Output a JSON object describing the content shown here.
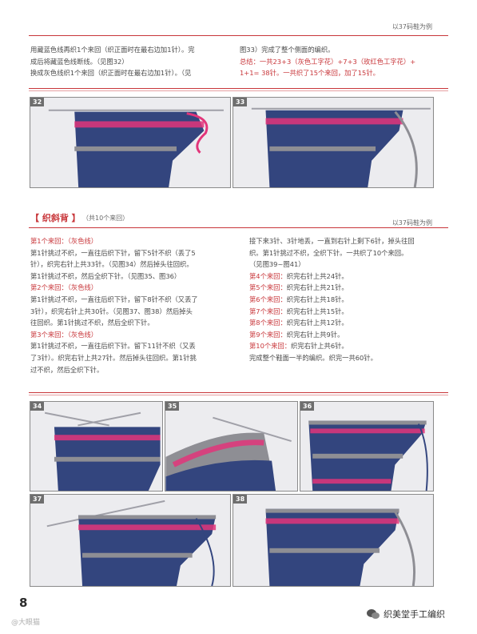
{
  "header": {
    "size_note": "以37码鞋为例"
  },
  "top": {
    "left_lines": [
      "用藏蓝色线再织1个来回（织正面时在最右边加1针）。完",
      "成后将藏蓝色线断线。（见图32）",
      "换成灰色线织1个来回（织正面时在最右边加1针）。（见"
    ],
    "right_line": "图33）完成了整个侧面的编织。",
    "summary_lines": [
      "总结：一共23+3（灰色工字花）+7+3（玫红色工字花）+",
      "1+1= 38针。一共织了15个来回，加了15针。"
    ]
  },
  "photos": {
    "p32": "32",
    "p33": "33",
    "p34": "34",
    "p35": "35",
    "p36": "36",
    "p37": "37",
    "p38": "38"
  },
  "section": {
    "title": "【 织斜背 】",
    "subtitle": "（共10个来回）",
    "size_note": "以37码鞋为例"
  },
  "body_left": [
    {
      "t": "第1个来回：（灰色线）",
      "red": true
    },
    {
      "t": "第1针挑过不织，一直往后织下针，留下5针不织（丢了5",
      "red": false
    },
    {
      "t": "针），织完右针上共33针。（见图34）然后掉头往回织。",
      "red": false
    },
    {
      "t": "第1针挑过不织，然后全织下针。（见图35、图36）",
      "red": false
    },
    {
      "t": "第2个来回：（灰色线）",
      "red": true
    },
    {
      "t": "第1针挑过不织，一直往后织下针，留下8针不织（又丢了",
      "red": false
    },
    {
      "t": "3针），织完右针上共30针。（见图37、图38）然后掉头",
      "red": false
    },
    {
      "t": "往回织。第1针挑过不织，然后全织下针。",
      "red": false
    },
    {
      "t": "第3个来回：（灰色线）",
      "red": true
    },
    {
      "t": "第1针挑过不织，一直往后织下针。留下11针不织（又丢",
      "red": false
    },
    {
      "t": "了3针）。织完右针上共27针。然后掉头往回织。第1针挑",
      "red": false
    },
    {
      "t": "过不织，然后全织下针。",
      "red": false
    }
  ],
  "body_right": [
    {
      "t": "接下来3针、3针地丢，一直到右针上剩下6针，掉头往回",
      "red": false
    },
    {
      "t": "织。第1针挑过不织，全织下针。一共织了10个来回。",
      "red": false
    },
    {
      "t": "（见图39~图41）",
      "red": false
    },
    {
      "label": "第4个来回：",
      "t": "织完右针上共24针。"
    },
    {
      "label": "第5个来回：",
      "t": "织完右针上共21针。"
    },
    {
      "label": "第6个来回：",
      "t": "织完右针上共18针。"
    },
    {
      "label": "第7个来回：",
      "t": "织完右针上共15针。"
    },
    {
      "label": "第8个来回：",
      "t": "织完右针上共12针。"
    },
    {
      "label": "第9个来回：",
      "t": "织完右针上共9针。"
    },
    {
      "label": "第10个来回：",
      "t": "织完右针上共6针。"
    },
    {
      "t": "完成整个鞋面一半的编织。织完一共60针。",
      "red": false
    }
  ],
  "footer": {
    "page_number": "8",
    "watermark_left": "@大眼猫",
    "watermark_right": "织美堂手工编织"
  },
  "colors": {
    "accent_red": "#c8363a",
    "navy_yarn": "#33457e",
    "pink_yarn": "#e2357a",
    "gray_yarn": "#8e8e94"
  }
}
